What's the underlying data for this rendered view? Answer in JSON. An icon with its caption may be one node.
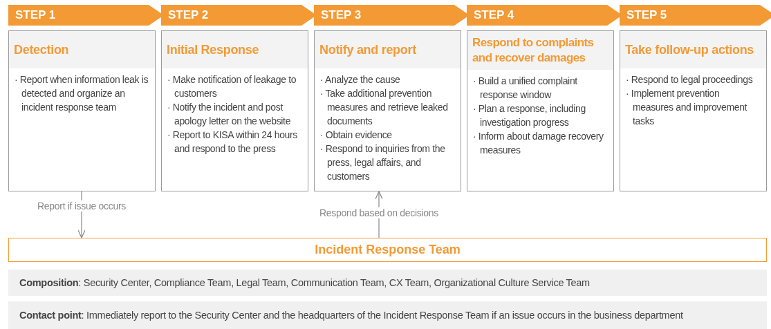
{
  "diagram": {
    "nodes": [
      {
        "text": [
          "STEP 1"
        ]
      },
      {
        "text": [
          "Detection",
          "· Report when information leak is detected and organize an incident response team"
        ]
      },
      {
        "text": [
          "STEP 2"
        ]
      },
      {
        "text": [
          "Initial Response",
          "· Make notification of leakage to customers",
          "· Notify the incident and post apology letter on the website",
          "· Report to KISA within 24 hours and respond to the press"
        ]
      },
      {
        "text": [
          "STEP 3"
        ]
      },
      {
        "text": [
          "Notify and report",
          "· Analyze the cause",
          "· Take additional prevention measures and retrieve leaked documents",
          "· Obtain evidence",
          "· Respond to inquiries from the press, legal affairs, and customers"
        ]
      },
      {
        "text": [
          "STEP 4"
        ]
      },
      {
        "text": [
          "Respond to complaints and recover damages",
          "· Build a unified complaint response window",
          "· Plan a response, including investigation progress",
          "· Inform about damage recovery measures"
        ]
      },
      {
        "text": [
          "STEP 5"
        ]
      },
      {
        "text": [
          "Take follow-up actions",
          "· Respond to legal proceedings",
          "· Implement prevention measures and improvement tasks"
        ]
      },
      {
        "text": [
          "Incident Response Team"
        ]
      },
      {
        "text": [
          "**Composition**: Security Center, Compliance Team, Legal Team, Communication Team, CX Team, Organizational Culture Service Team"
        ]
      },
      {
        "text": [
          "**Contact point**: Immediately report to the Security Center and the headquarters of the Incident Response Team if an issue occurs in the business department"
        ]
      }
    ],
    "edges": [
      {
        "from": 1,
        "to": 10,
        "arrow": "to",
        "label": "Report if issue occurs"
      },
      {
        "from": 10,
        "to": 5,
        "arrow": "to",
        "label": "Respond based on decisions"
      }
    ]
  }
}
